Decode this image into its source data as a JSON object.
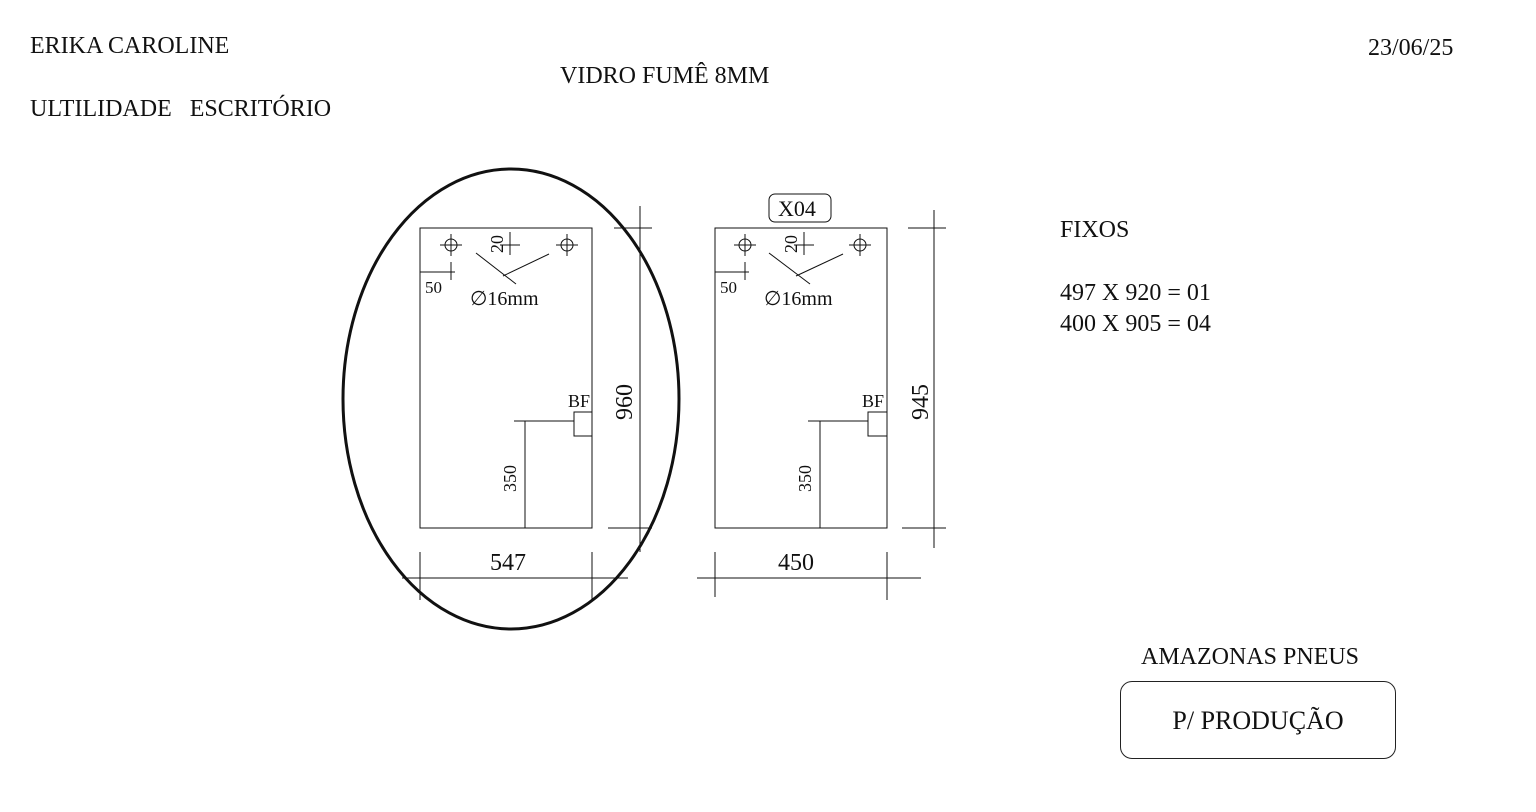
{
  "header": {
    "client": "ERIKA CAROLINE",
    "usage": "ULTILIDADE   ESCRITÓRIO",
    "material": "VIDRO FUMÊ 8MM",
    "date": "23/06/25"
  },
  "piece_a": {
    "width": "547",
    "height": "960",
    "hole_offset_top": "20",
    "hole_offset_side": "50",
    "hole_diameter": "∅16mm",
    "bf_label": "BF",
    "bf_height": "350",
    "highlighted": true
  },
  "piece_b": {
    "quantity": "X04",
    "width": "450",
    "height": "945",
    "hole_offset_top": "20",
    "hole_offset_side": "50",
    "hole_diameter": "∅16mm",
    "bf_label": "BF",
    "bf_height": "350"
  },
  "fixos": {
    "title": "FIXOS",
    "items": [
      "497 X 920 = 01",
      "400 X 905 = 04"
    ]
  },
  "footer": {
    "company": "AMAZONAS PNEUS",
    "status": "P/ PRODUÇÃO"
  },
  "colors": {
    "line": "#111111",
    "background": "#ffffff"
  }
}
